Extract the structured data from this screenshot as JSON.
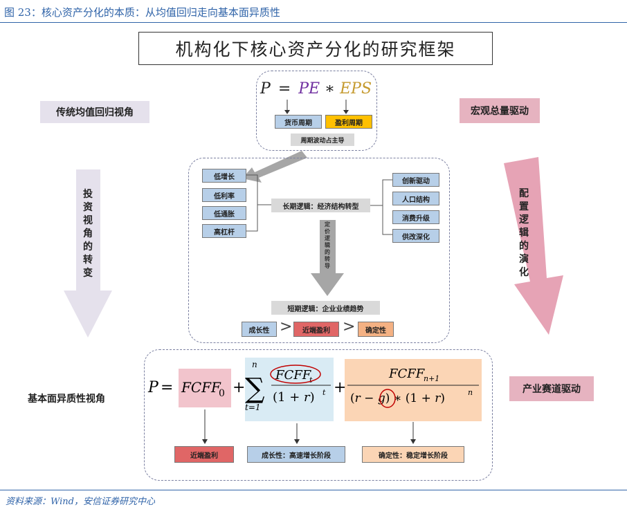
{
  "caption": "图 23：核心资产分化的本质：从均值回归走向基本面异质性",
  "source": "资料来源：Wind，安信证券研究中心",
  "title": "机构化下核心资产分化的研究框架",
  "left": {
    "traditional": "传统均值回归视角",
    "transition_chars": [
      "投",
      "资",
      "视",
      "角",
      "的",
      "转",
      "变"
    ],
    "fundamental": "基本面异质性视角"
  },
  "right": {
    "macro": "宏观总量驱动",
    "evolution_chars": [
      "配",
      "置",
      "逻",
      "辑",
      "的",
      "演",
      "化"
    ],
    "industry": "产业赛道驱动"
  },
  "top": {
    "formula": {
      "p": "P",
      "eq": "=",
      "pe": "PE",
      "star": "∗",
      "eps": "EPS"
    },
    "monetary": "货币周期",
    "profit": "盈利周期",
    "note": "周期波动占主导"
  },
  "middle": {
    "left_items": [
      "低增长",
      "低利率",
      "低通胀",
      "高杠杆"
    ],
    "long_logic": "长期逻辑：经济结构转型",
    "right_items": [
      "创新驱动",
      "人口结构",
      "消费升级",
      "供改深化"
    ],
    "arrow_chars": [
      "定",
      "价",
      "逻",
      "辑",
      "的",
      "转",
      "导"
    ],
    "short_logic": "短期逻辑：企业业绩趋势",
    "chain": [
      "成长性",
      "近端盈利",
      "确定性"
    ],
    "gt": ">"
  },
  "bottom": {
    "results": [
      "近端盈利",
      "成长性：高速增长阶段",
      "确定性：稳定增长阶段"
    ]
  },
  "colors": {
    "blue": "#b7cfe8",
    "orange": "#f4b183",
    "yellow": "#ffc000",
    "pink": "#e6b3c0",
    "lavender": "#e5e1ec",
    "red": "#e06666",
    "formula_purple": "#7030a0",
    "formula_gold": "#c59a2e"
  }
}
